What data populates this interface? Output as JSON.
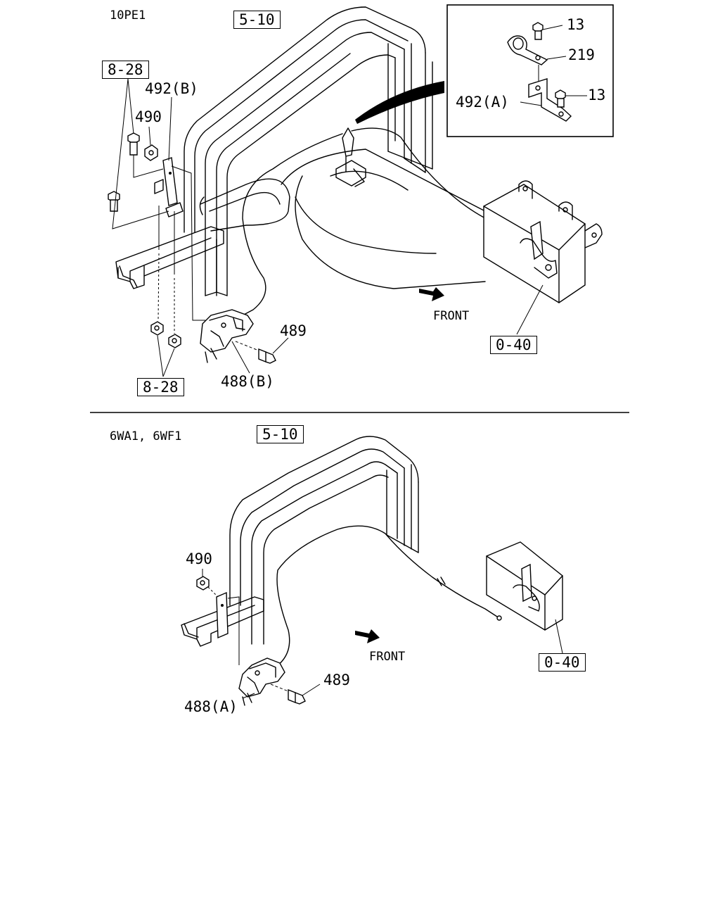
{
  "top_section": {
    "engine_code": "10PE1",
    "labels": {
      "ref_5_10": "5-10",
      "ref_8_28_upper": "8-28",
      "ref_8_28_lower": "8-28",
      "part_492b": "492(B)",
      "part_490": "490",
      "part_489": "489",
      "part_488b": "488(B)",
      "front": "FRONT",
      "ref_0_40": "0-40"
    },
    "inset": {
      "part_13_top": "13",
      "part_219": "219",
      "part_13_bottom": "13",
      "part_492a": "492(A)"
    }
  },
  "bottom_section": {
    "engine_code": "6WA1, 6WF1",
    "labels": {
      "ref_5_10": "5-10",
      "part_490": "490",
      "part_489": "489",
      "part_488a": "488(A)",
      "front": "FRONT",
      "ref_0_40": "0-40"
    }
  }
}
